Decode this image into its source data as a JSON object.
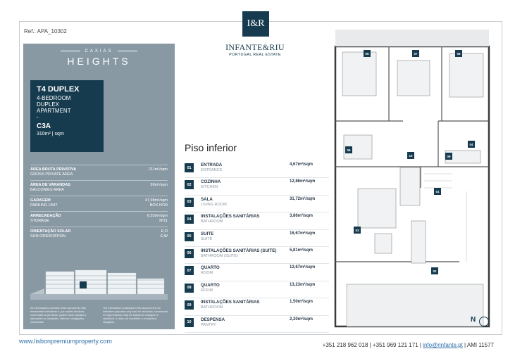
{
  "ref": "Ref.: APA_10302",
  "logo": {
    "mark": "I&R",
    "name": "INFANTE&RIU",
    "sub": "PORTUGAL REAL ESTATE"
  },
  "brand": {
    "top": "CAXIAS",
    "main": "HEIGHTS"
  },
  "unit": {
    "type": "T4 DUPLEX",
    "desc": [
      "4-BEDROOM",
      "DUPLEX",
      "APARTMENT",
      "-"
    ],
    "code": "C3A",
    "area": "310m² | sqm"
  },
  "specs": [
    {
      "pt": "ÁREA BRUTA PRIVATIVA",
      "en": "GROSS PRIVATE AREA",
      "val": "211m²/sqm",
      "val2": ""
    },
    {
      "pt": "ÁREA DE VARANDAS",
      "en": "BALCONIES AREA",
      "val": "99m²/sqm",
      "val2": ""
    },
    {
      "pt": "GARAGEM",
      "en": "PARKING UNIT",
      "val": "47,98m²/sqm",
      "val2": "BOX Nº29"
    },
    {
      "pt": "ARRECADAÇÃO",
      "en": "STORAGE",
      "val": "6,33m²/sqm",
      "val2": "Nº11"
    },
    {
      "pt": "ORIENTAÇÃO SOLAR",
      "en": "SUN ORIENTATION",
      "val": "E;O",
      "val2": "E;W"
    }
  ],
  "disclaimer_pt": "As informações contidas neste documento são meramente indicativas e, por razões técnicas, comerciais ou jurídicas, podem estar sujeitas a alterações ou variações. Não tem obrigações contratuais.",
  "disclaimer_en": "The information contained in this document is for indicative purposes only and, for technical, commercial or legal reasons, may be subject to changes or variations. It does not constitute a contractual obligation.",
  "piso": "Piso inferior",
  "rooms": [
    {
      "num": "01",
      "pt": "ENTRADA",
      "en": "ENTRANCE",
      "area": "4,67m²/sqm"
    },
    {
      "num": "02",
      "pt": "COZINHA",
      "en": "KITCHEN",
      "area": "12,86m²/sqm"
    },
    {
      "num": "03",
      "pt": "SALA",
      "en": "LIVING ROOM",
      "area": "31,72m²/sqm"
    },
    {
      "num": "04",
      "pt": "INSTALAÇÕES SANITÁRIAS",
      "en": "BATHROOM",
      "area": "3,86m²/sqm"
    },
    {
      "num": "05",
      "pt": "SUITE",
      "en": "SUITE",
      "area": "16,67m²/sqm"
    },
    {
      "num": "06",
      "pt": "INSTALAÇÕES SANITÁRIAS (SUITE)",
      "en": "BATHROOM (SUITE)",
      "area": "5,81m²/sqm"
    },
    {
      "num": "07",
      "pt": "QUARTO",
      "en": "ROOM",
      "area": "12,67m²/sqm"
    },
    {
      "num": "08",
      "pt": "QUARTO",
      "en": "ROOM",
      "area": "13,23m²/sqm"
    },
    {
      "num": "09",
      "pt": "INSTALAÇÕES SANITÁRIAS",
      "en": "BATHROOM",
      "area": "1,50m²/sqm"
    },
    {
      "num": "10",
      "pt": "DESPENSA",
      "en": "PANTRY",
      "area": "2,20m²/sqm"
    }
  ],
  "plan_labels": [
    "05",
    "07",
    "08",
    "06",
    "10",
    "09",
    "04",
    "01",
    "03",
    "02"
  ],
  "north": "N",
  "footer": {
    "url": "www.lisbonpremiumproperty.com",
    "phones": "+351 218 962 018 | +351 969 121 171 |",
    "email": "info@rinfante.pt",
    "ami": "| AMI 11577"
  },
  "colors": {
    "navy": "#163b4f",
    "panel": "#8999a4"
  }
}
